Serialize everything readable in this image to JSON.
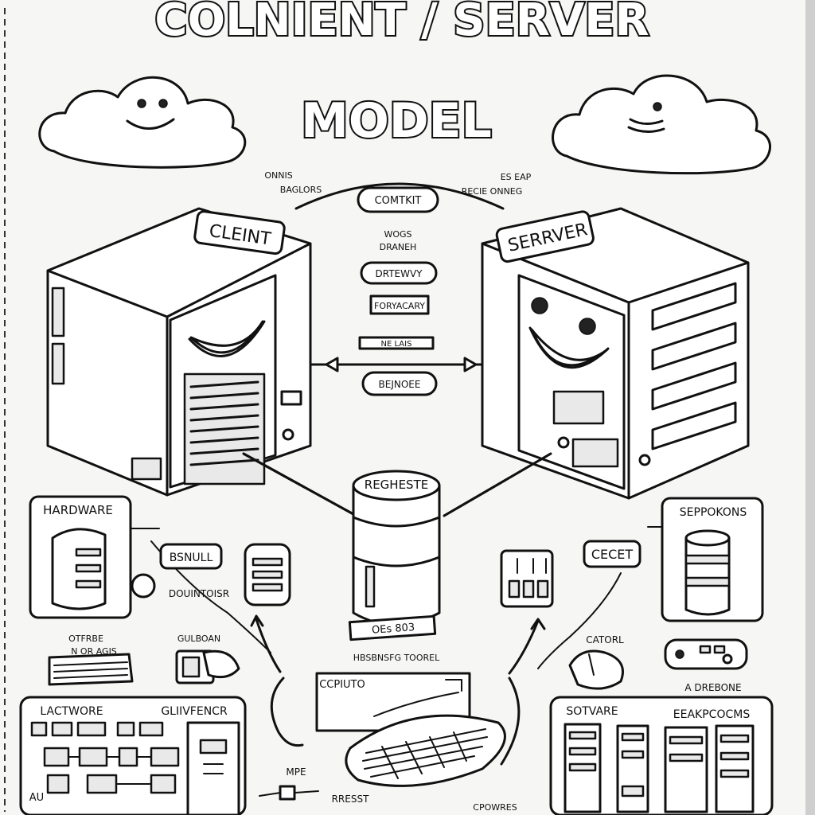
{
  "title": {
    "line1": "COLNIENT / SERVER",
    "line2": "MODEL"
  },
  "top": {
    "left_labels": [
      "ONNIS",
      "BAGLORS"
    ],
    "right_labels": [
      "ES EAP",
      "RECIE ONNEG"
    ],
    "center_pill": "COMTKIT",
    "center_text": [
      "WOGS",
      "DRANEH"
    ],
    "center_pill2": "DRTEWVY",
    "center_box": "FORYACARY",
    "center_bar": "NE LAIS",
    "center_pill3": "BEJNOEE"
  },
  "client_label": "CLEINT",
  "server_label": "SERRVER",
  "database_label": "REGHESTE",
  "database_band": "OEs 803",
  "left_panel": {
    "title": "HARDWARE",
    "pill": "BSNULL",
    "caption": "DOUINTOISR",
    "items": [
      "OTFRBE",
      "N   OR  AGIS",
      "GULBOAN"
    ]
  },
  "right_panel": {
    "title": "SEPPOKONS",
    "pill": "CECET",
    "items": [
      "CATORL",
      "A DREBONE"
    ]
  },
  "center_bottom": {
    "caption": "HBSBNSFG  TOOREL",
    "cpu_label": "CCPIUTO",
    "mpe": "MPE",
    "rress": "RRESST",
    "cpowres": "CPOWRES"
  },
  "bottom_left_box": {
    "title_a": "LACTWORE",
    "title_b": "GLIIVFENCR",
    "corner": "AU"
  },
  "bottom_right_box": {
    "title_a": "SOTVARE",
    "title_b": "EEAKPCOCMS"
  },
  "icons": [
    "cloud-icon",
    "keyboard-icon",
    "database-icon",
    "server-icon",
    "computer-icon",
    "mouse-icon"
  ]
}
